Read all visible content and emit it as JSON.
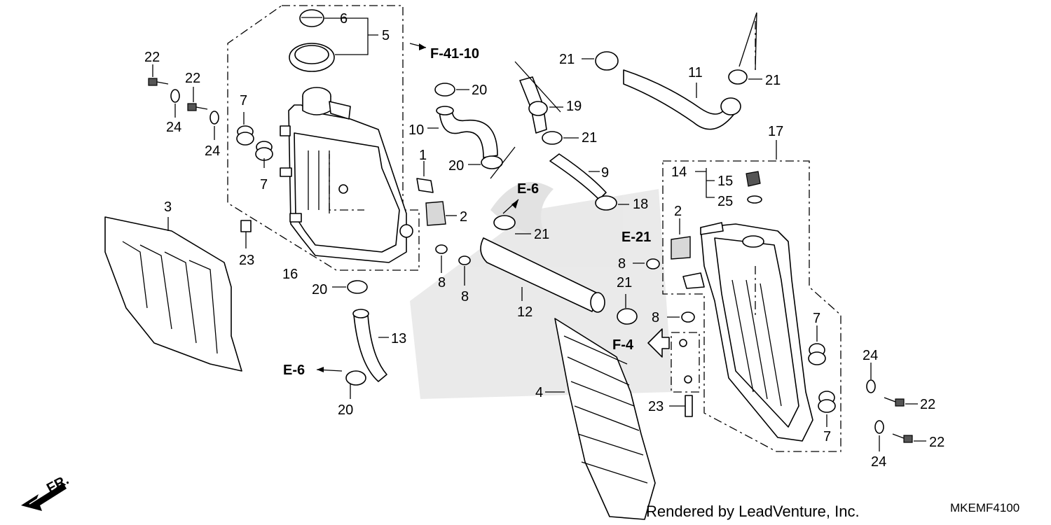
{
  "labels": {
    "p1": "1",
    "p2a": "2",
    "p2b": "2",
    "p3": "3",
    "p4": "4",
    "p5": "5",
    "p6": "6",
    "p7a": "7",
    "p7b": "7",
    "p7c": "7",
    "p7d": "7",
    "p8a": "8",
    "p8b": "8",
    "p8c": "8",
    "p8d": "8",
    "p9": "9",
    "p10": "10",
    "p11": "11",
    "p12": "12",
    "p13": "13",
    "p14": "14",
    "p15": "15",
    "p16": "16",
    "p17": "17",
    "p18": "18",
    "p19": "19",
    "p20a": "20",
    "p20b": "20",
    "p20c": "20",
    "p20d": "20",
    "p21a": "21",
    "p21b": "21",
    "p21c": "21",
    "p21d": "21",
    "p21e": "21",
    "p22a": "22",
    "p22b": "22",
    "p22c": "22",
    "p22d": "22",
    "p23a": "23",
    "p23b": "23",
    "p24a": "24",
    "p24b": "24",
    "p24c": "24",
    "p24d": "24",
    "p25": "25"
  },
  "refs": {
    "f4110": "F-41-10",
    "e6a": "E-6",
    "e6b": "E-6",
    "e21": "E-21",
    "f4": "F-4",
    "fr": "FR."
  },
  "footer": {
    "credit": "Rendered by LeadVenture, Inc.",
    "code": "MKEMF4100"
  }
}
